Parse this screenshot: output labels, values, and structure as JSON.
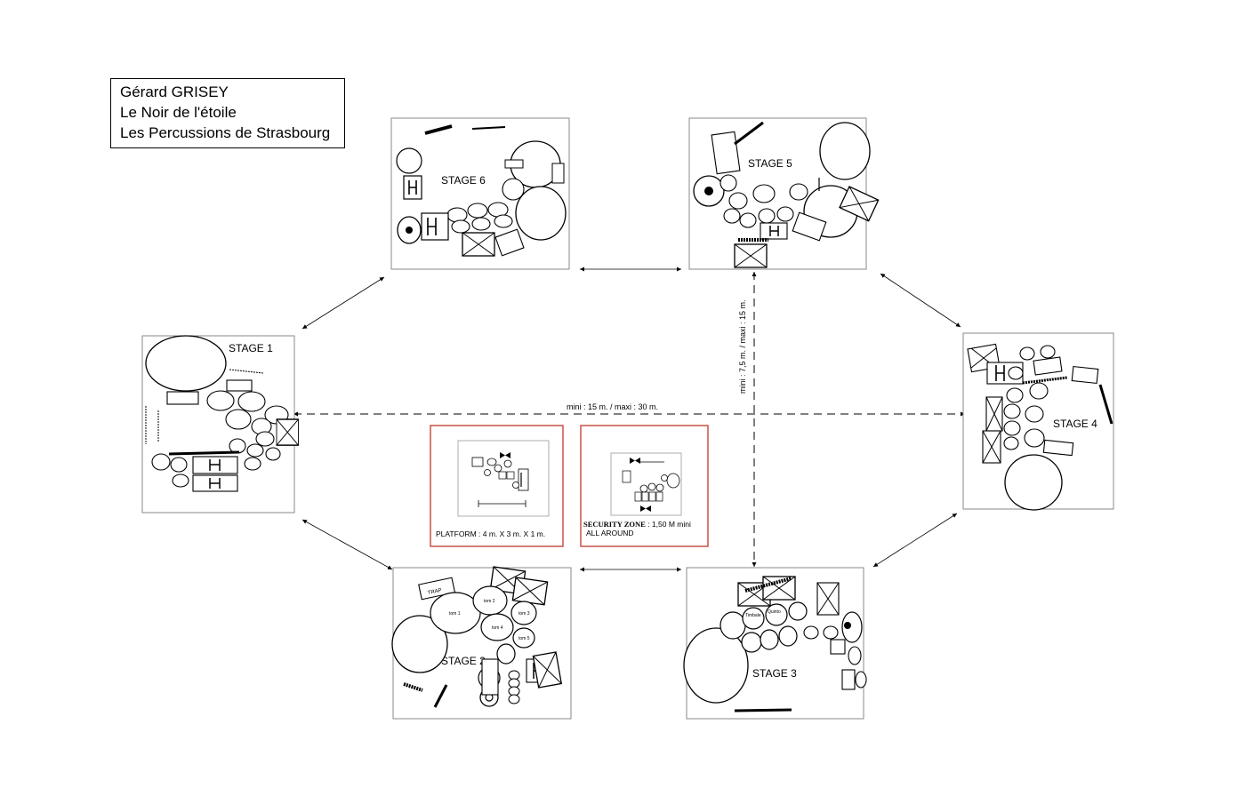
{
  "header": {
    "composer": "Gérard GRISEY",
    "work": "Le Noir de l'étoile",
    "ensemble": "Les Percussions de Strasbourg"
  },
  "stages": {
    "stage1": "STAGE 1",
    "stage2": "STAGE 2",
    "stage3": "STAGE 3",
    "stage4": "STAGE 4",
    "stage5": "STAGE 5",
    "stage6": "STAGE 6"
  },
  "instruments": {
    "trap": "TRAP",
    "tom1": "tom 1",
    "tom2": "tom 2",
    "tom3": "tom 3",
    "tom4": "tom 4",
    "tom5": "tom 5",
    "timbale": "Timbale",
    "quinto": "Quinto"
  },
  "distances": {
    "horizontal": "mini : 15 m. / maxi : 30 m.",
    "vertical": "mini : 7,5 m. / maxi : 15 m."
  },
  "platform": {
    "caption": "PLATFORM : 4 m. X 3 m. X 1 m."
  },
  "security": {
    "caption_bold": "SECURITY ZONE",
    "caption_rest": " : 1,50 M  mini",
    "caption_line2": "ALL   AROUND"
  }
}
